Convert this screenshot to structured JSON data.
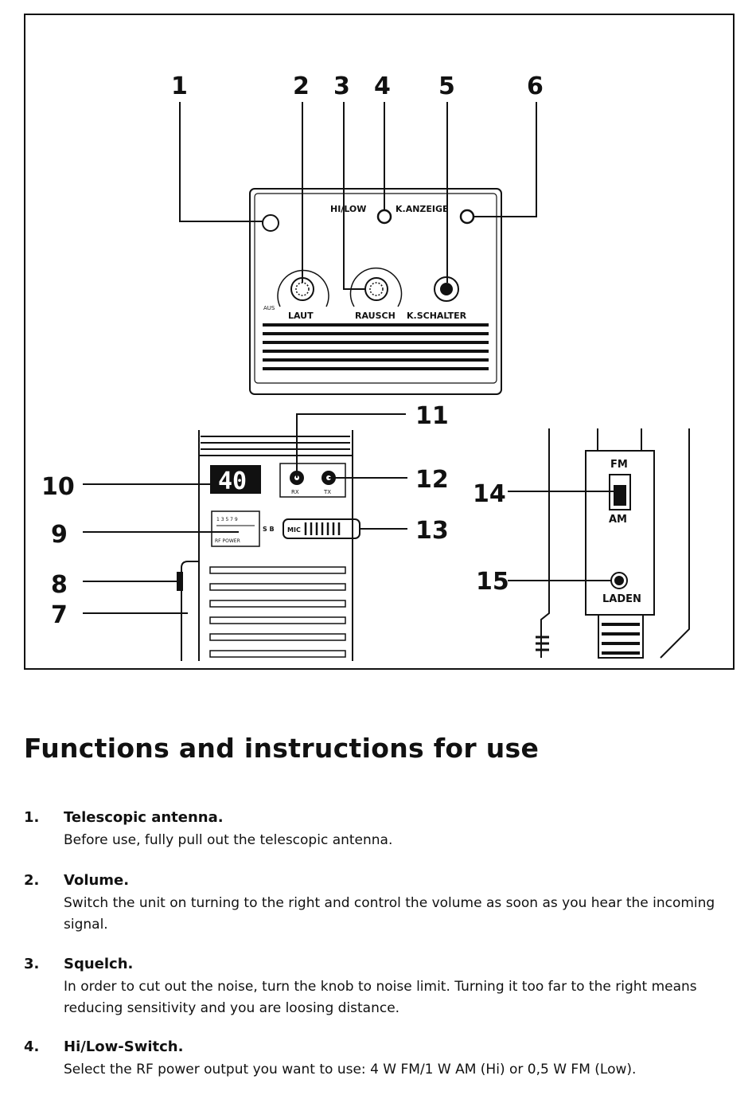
{
  "diagram": {
    "callouts": [
      "1",
      "2",
      "3",
      "4",
      "5",
      "6",
      "7",
      "8",
      "9",
      "10",
      "11",
      "12",
      "13",
      "14",
      "15"
    ],
    "top_panel": {
      "hi_low": "HI/LOW",
      "k_anzeige": "K.ANZEIGE",
      "aus": "AUS",
      "laut": "LAUT",
      "rausch": "RAUSCH",
      "k_schalter": "K.SCHALTER"
    },
    "front": {
      "display": "40",
      "rx": "RX",
      "tx": "TX",
      "mic": "MIC",
      "meter_scale": "1 3 5 7 9",
      "meter_label": "RF POWER",
      "sb": "S B"
    },
    "side": {
      "fm": "FM",
      "am": "AM",
      "laden": "LADEN"
    }
  },
  "title": "Functions and instructions for use",
  "items": [
    {
      "num": "1.",
      "heading": "Telescopic antenna.",
      "text": "Before use, fully pull out the telescopic antenna."
    },
    {
      "num": "2.",
      "heading": "Volume.",
      "text": "Switch the unit on turning to the right and control the volume as soon as you hear the incoming signal."
    },
    {
      "num": "3.",
      "heading": "Squelch.",
      "text": "In order to cut out the noise, turn the knob to noise limit. Turning it too far to the right means reducing sensitivity and you are loosing distance."
    },
    {
      "num": "4.",
      "heading": "Hi/Low-Switch.",
      "text": "Select the RF power output you want to use: 4 W FM/1 W AM (Hi) or 0,5 W FM (Low)."
    }
  ]
}
